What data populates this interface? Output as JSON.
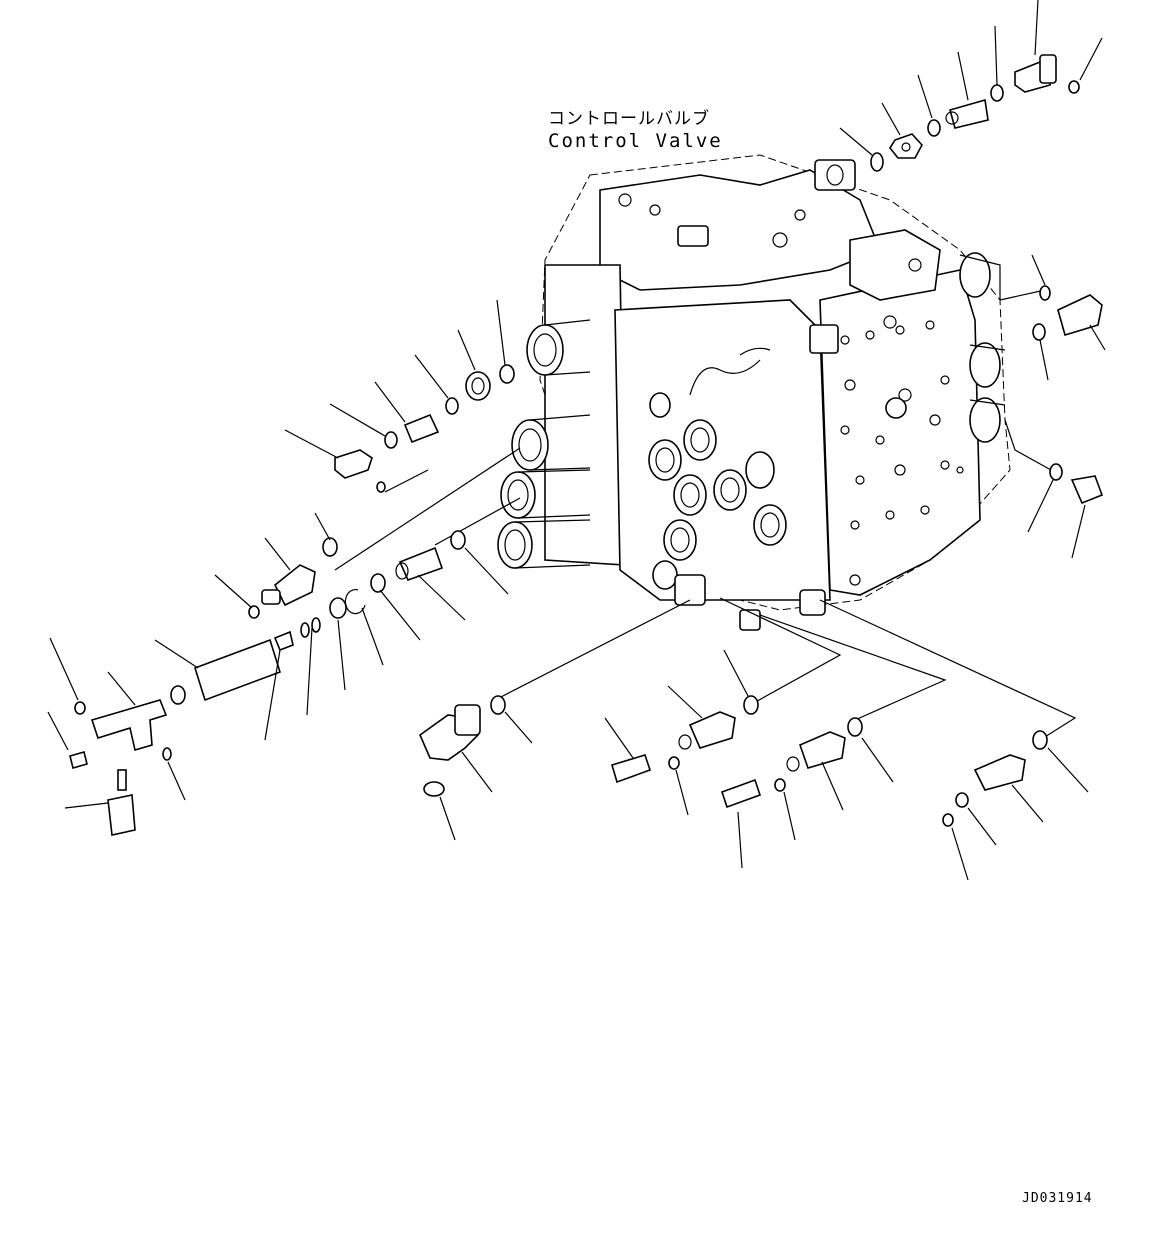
{
  "diagram": {
    "title_jp": "コントロールバルブ",
    "title_en": "Control Valve",
    "drawing_id": "JD031914"
  },
  "colors": {
    "line": "#000000",
    "background": "#ffffff"
  }
}
